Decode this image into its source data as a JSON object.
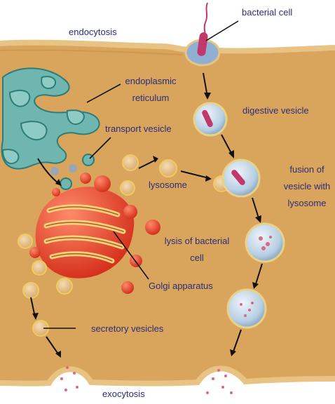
{
  "labels": {
    "endocytosis": "endocytosis",
    "bacterial_cell": "bacterial cell",
    "er_line1": "endoplasmic",
    "er_line2": "reticulum",
    "transport_vesicle": "transport vesicle",
    "digestive_vesicle": "digestive vesicle",
    "fusion_line1": "fusion of",
    "fusion_line2": "vesicle with",
    "fusion_line3": "lysosome",
    "lysosome": "lysosome",
    "lysis_line1": "lysis of bacterial",
    "lysis_line2": "cell",
    "golgi": "Golgi apparatus",
    "secretory": "secretory vesicles",
    "exocytosis": "exocytosis"
  },
  "colors": {
    "cytoplasm": "#d9a55c",
    "membrane": "#e8c383",
    "er": "#6fb6b0",
    "golgi": "#e2452a",
    "vesicle": "#b7cfe3",
    "label_text": "#2b2d7a",
    "bacterium": "#c2386a"
  }
}
